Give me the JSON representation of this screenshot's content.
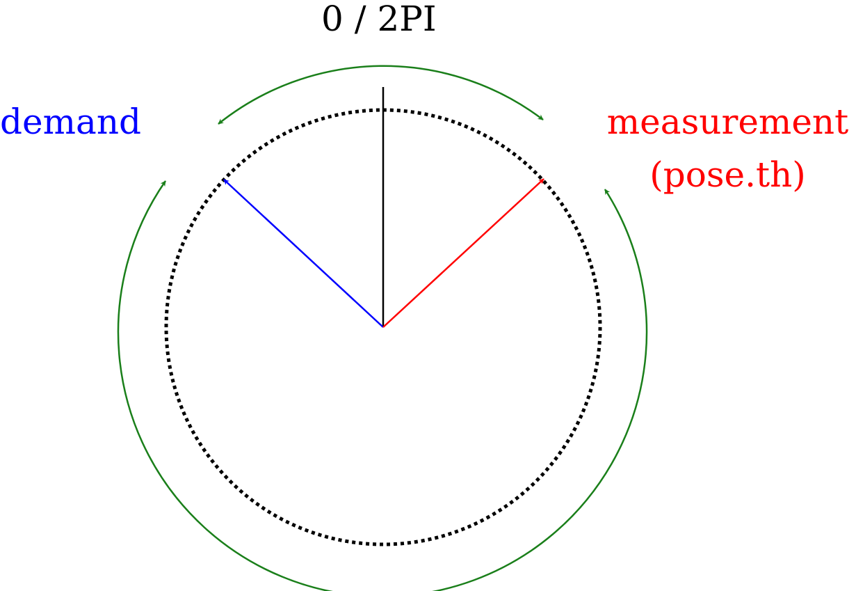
{
  "labels": {
    "top": "0 / 2PI",
    "demand": "demand",
    "measurement": "measurement",
    "measurement_sub": "(pose.th)"
  },
  "colors": {
    "demand": "#0000ff",
    "measurement": "#ff0000",
    "reference": "#000000",
    "wrap_arrows": "#1a7f1a",
    "circle": "#000000"
  }
}
